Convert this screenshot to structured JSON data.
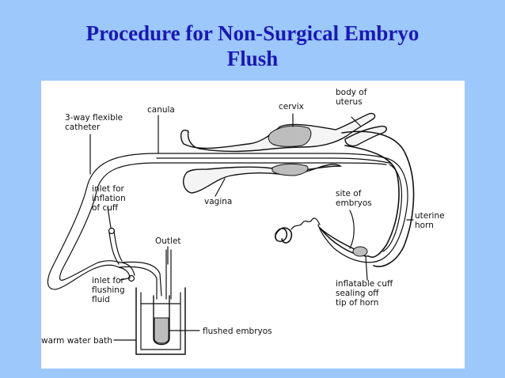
{
  "slide": {
    "title_line1": "Procedure for Non-Surgical Embryo",
    "title_line2": "Flush"
  },
  "labels": {
    "catheter_l1": "3-way flexible",
    "catheter_l2": "catheter",
    "canula": "canula",
    "cervix": "cervix",
    "body_uterus_l1": "body of",
    "body_uterus_l2": "uterus",
    "inlet_cuff_l1": "inlet for",
    "inlet_cuff_l2": "inflation",
    "inlet_cuff_l3": "of cuff",
    "vagina": "vagina",
    "site_l1": "site of",
    "site_l2": "embryos",
    "uterine_l1": "uterine",
    "uterine_l2": "horn",
    "outlet": "Outlet",
    "inlet_flush_l1": "inlet for",
    "inlet_flush_l2": "flushing",
    "inlet_flush_l3": "fluid",
    "cuff_l1": "inflatable cuff",
    "cuff_l2": "sealing off",
    "cuff_l3": "tip of horn",
    "flushed": "flushed embryos",
    "bath": "warm water bath"
  },
  "colors": {
    "background": "#9cc8fb",
    "title": "#1818b8",
    "diagram_bg": "#ffffff"
  }
}
